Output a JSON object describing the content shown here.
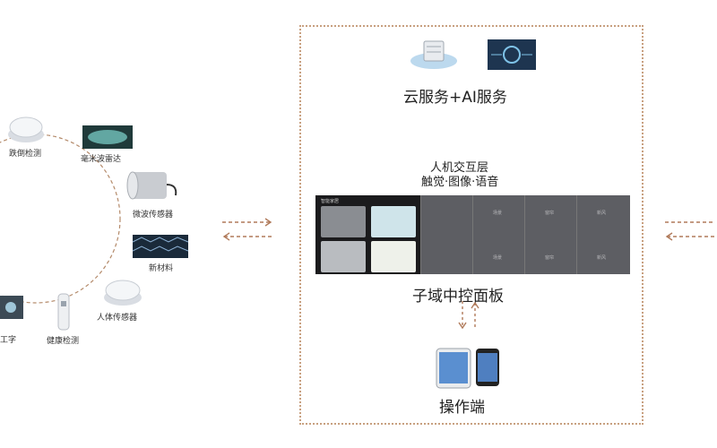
{
  "left_ring": {
    "devices": [
      {
        "label": "跌倒检测",
        "icon": "fall-sensor-icon"
      },
      {
        "label": "毫米波雷达",
        "icon": "mmwave-radar-icon"
      },
      {
        "label": "微波传感器",
        "icon": "microwave-sensor-icon"
      },
      {
        "label": "新材料",
        "icon": "graphene-material-icon"
      },
      {
        "label": "人体传感器",
        "icon": "body-sensor-icon"
      },
      {
        "label": "健康检测",
        "icon": "health-device-icon"
      },
      {
        "label": "工字",
        "icon": "monitor-icon"
      }
    ]
  },
  "cloud": {
    "label": "云服务+AI服务",
    "icons": [
      "cloud-server-icon",
      "ai-chip-icon"
    ]
  },
  "hmi": {
    "title": "人机交互层",
    "subtitle": "触觉·图像·语音"
  },
  "panel": {
    "label": "子域中控面板",
    "screen_header": "智能家居",
    "switch_labels": [
      "",
      "场景",
      "窗帘",
      "新风"
    ]
  },
  "terminal": {
    "label": "操作端",
    "icons": [
      "tablet-icon",
      "phone-icon"
    ]
  },
  "colors": {
    "arrow": "#b07a5a",
    "frame": "#c8a080",
    "ring": "#b48a6a",
    "panel": "#5d5e63"
  }
}
